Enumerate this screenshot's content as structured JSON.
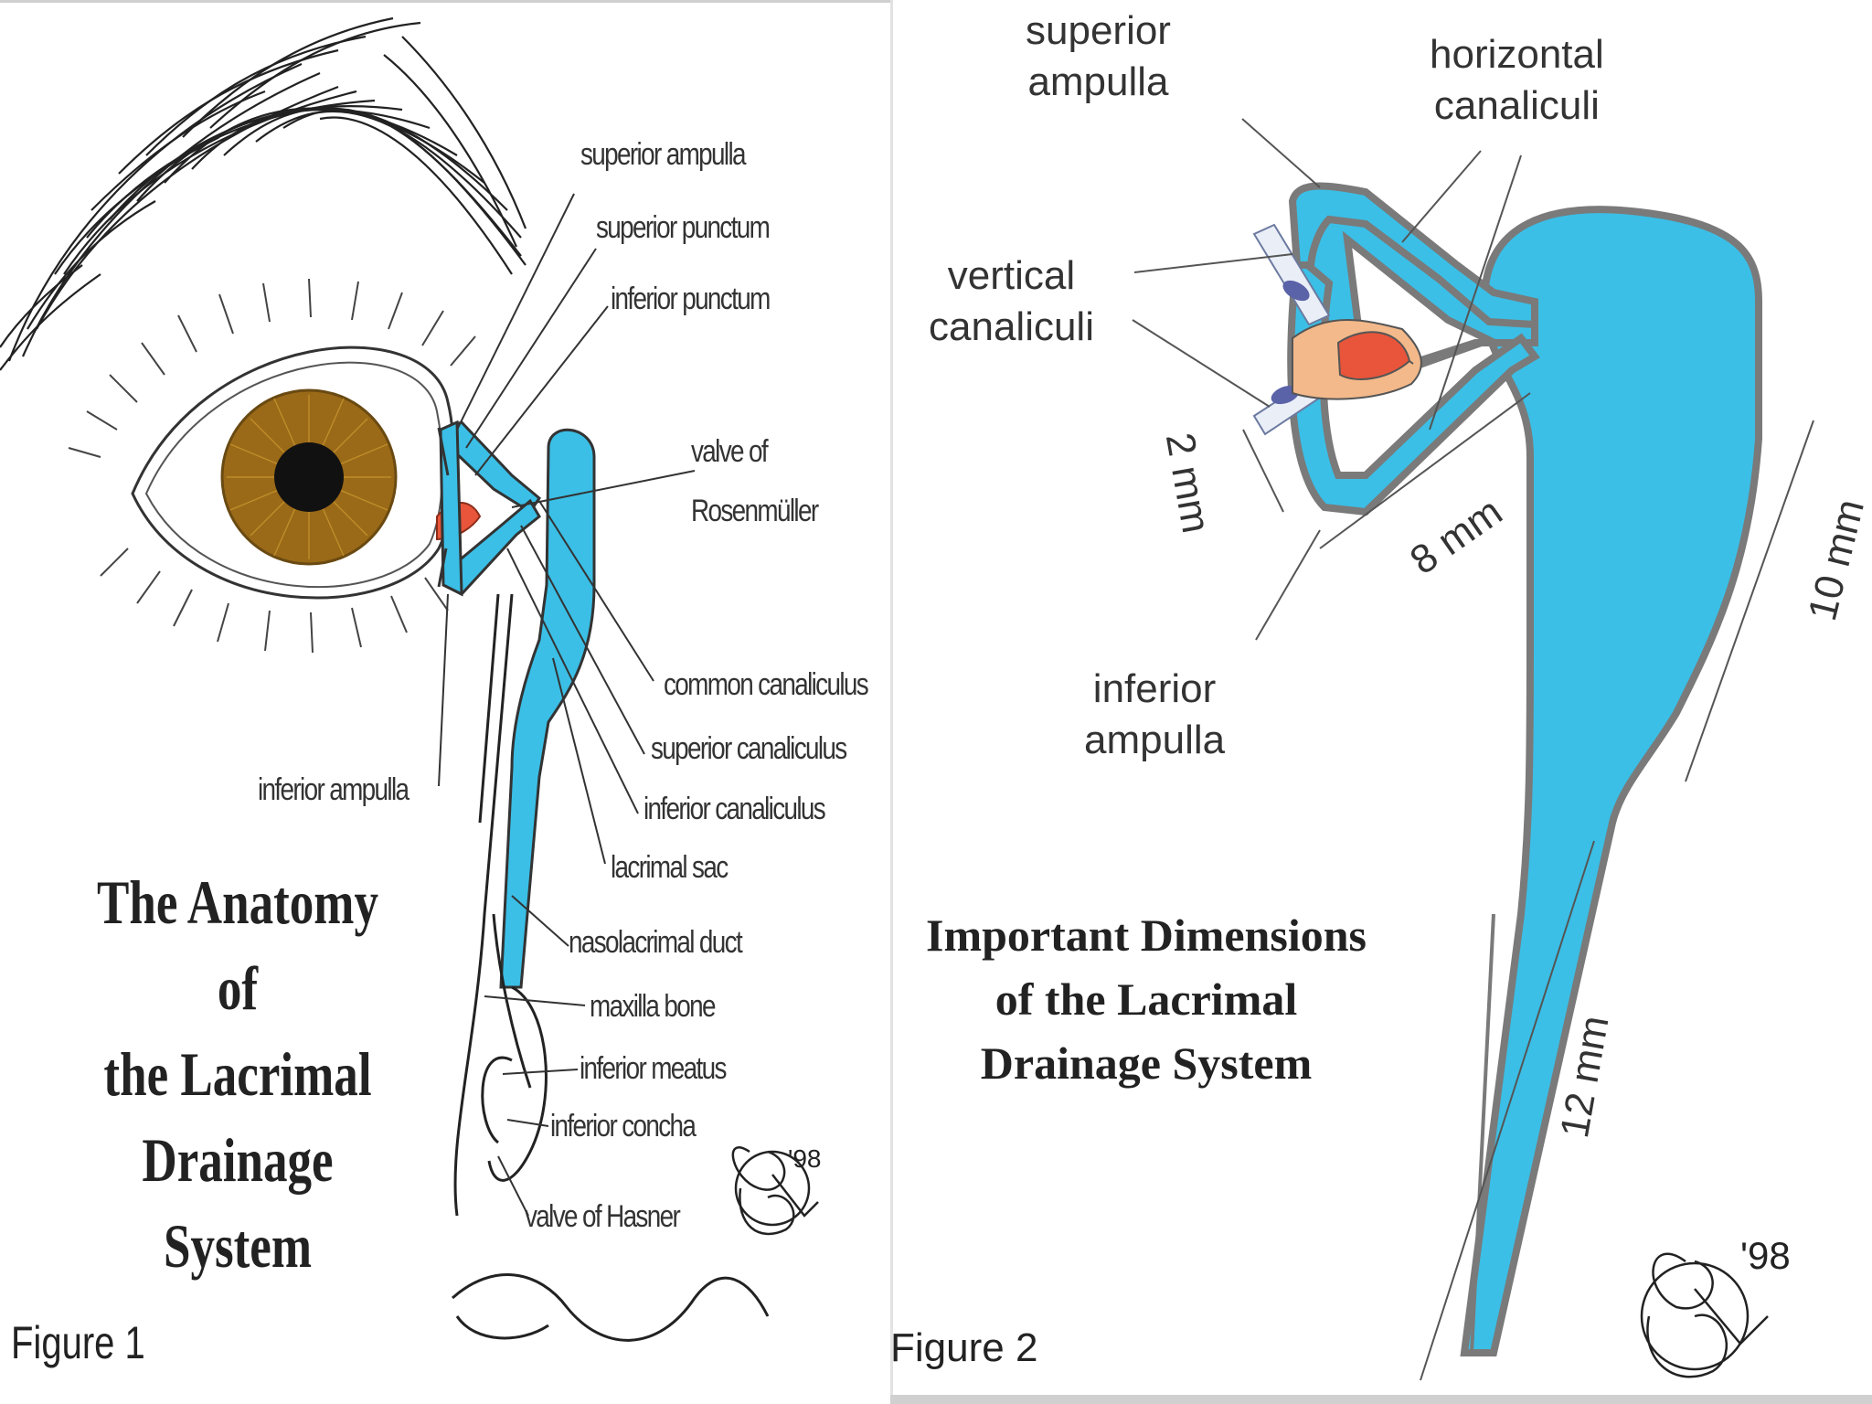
{
  "figure1": {
    "title": [
      "The Anatomy of",
      "the Lacrimal",
      "Drainage System"
    ],
    "figure_label": "Figure 1",
    "labels": {
      "superior_ampulla": "superior ampulla",
      "superior_punctum": "superior punctum",
      "inferior_punctum": "inferior punctum",
      "valve_of": "valve of",
      "rosenmuller": "Rosenmüller",
      "common_canaliculus": "common canaliculus",
      "superior_canaliculus": "superior canaliculus",
      "inferior_canaliculus": "inferior canaliculus",
      "lacrimal_sac": "lacrimal sac",
      "inferior_ampulla": "inferior ampulla",
      "nasolacrimal_duct": "nasolacrimal duct",
      "maxilla_bone": "maxilla bone",
      "inferior_meatus": "inferior meatus",
      "inferior_concha": "inferior concha",
      "valve_of_hasner": "valve of Hasner"
    },
    "signature_year": "'98"
  },
  "figure2": {
    "title": [
      "Important Dimensions",
      "of the Lacrimal",
      "Drainage System"
    ],
    "figure_label": "Figure 2",
    "labels": {
      "superior_ampulla": [
        "superior",
        "ampulla"
      ],
      "horizontal_canaliculi": [
        "horizontal",
        "canaliculi"
      ],
      "vertical_canaliculi": [
        "vertical",
        "canaliculi"
      ],
      "inferior_ampulla": [
        "inferior",
        "ampulla"
      ]
    },
    "dimensions": {
      "vertical": "2 mm",
      "horizontal": "8 mm",
      "sac": "10 mm",
      "duct": "12 mm"
    },
    "signature_year": "'98"
  },
  "colors": {
    "duct_fill": "#3bbfe6",
    "duct_outline": "#7a7a7a",
    "iris": "#9a6a18",
    "caruncle": "#e8553a",
    "plica": "#f3b98a"
  }
}
